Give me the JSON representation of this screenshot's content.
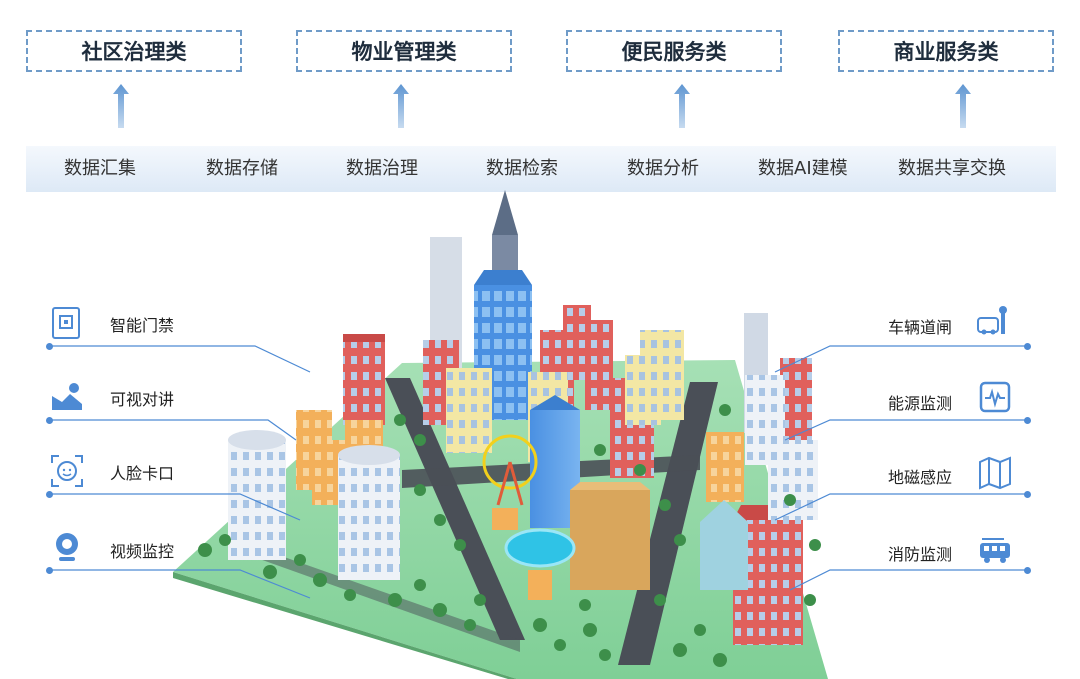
{
  "categories": [
    {
      "label": "社区治理类",
      "icon": "arrow-up-icon"
    },
    {
      "label": "物业管理类",
      "icon": "arrow-up-icon"
    },
    {
      "label": "便民服务类",
      "icon": "arrow-up-icon"
    },
    {
      "label": "商业服务类",
      "icon": "arrow-up-icon"
    }
  ],
  "functions": [
    "数据汇集",
    "数据存储",
    "数据治理",
    "数据检索",
    "数据分析",
    "数据AI建模",
    "数据共享交换"
  ],
  "left_features": [
    {
      "label": "智能门禁",
      "icon": "access-control-icon"
    },
    {
      "label": "可视对讲",
      "icon": "video-intercom-icon"
    },
    {
      "label": "人脸卡口",
      "icon": "face-recognition-icon"
    },
    {
      "label": "视频监控",
      "icon": "camera-icon"
    }
  ],
  "right_features": [
    {
      "label": "车辆道闸",
      "icon": "vehicle-barrier-icon"
    },
    {
      "label": "能源监测",
      "icon": "energy-meter-icon"
    },
    {
      "label": "地磁感应",
      "icon": "map-sensor-icon"
    },
    {
      "label": "消防监测",
      "icon": "fire-truck-icon"
    }
  ],
  "colors": {
    "accent": "#4d8ad4",
    "dash_border": "#6f9bc8",
    "ground": "#8fd6a5",
    "road": "#4a4f57",
    "tree": "#3d8f4a"
  }
}
